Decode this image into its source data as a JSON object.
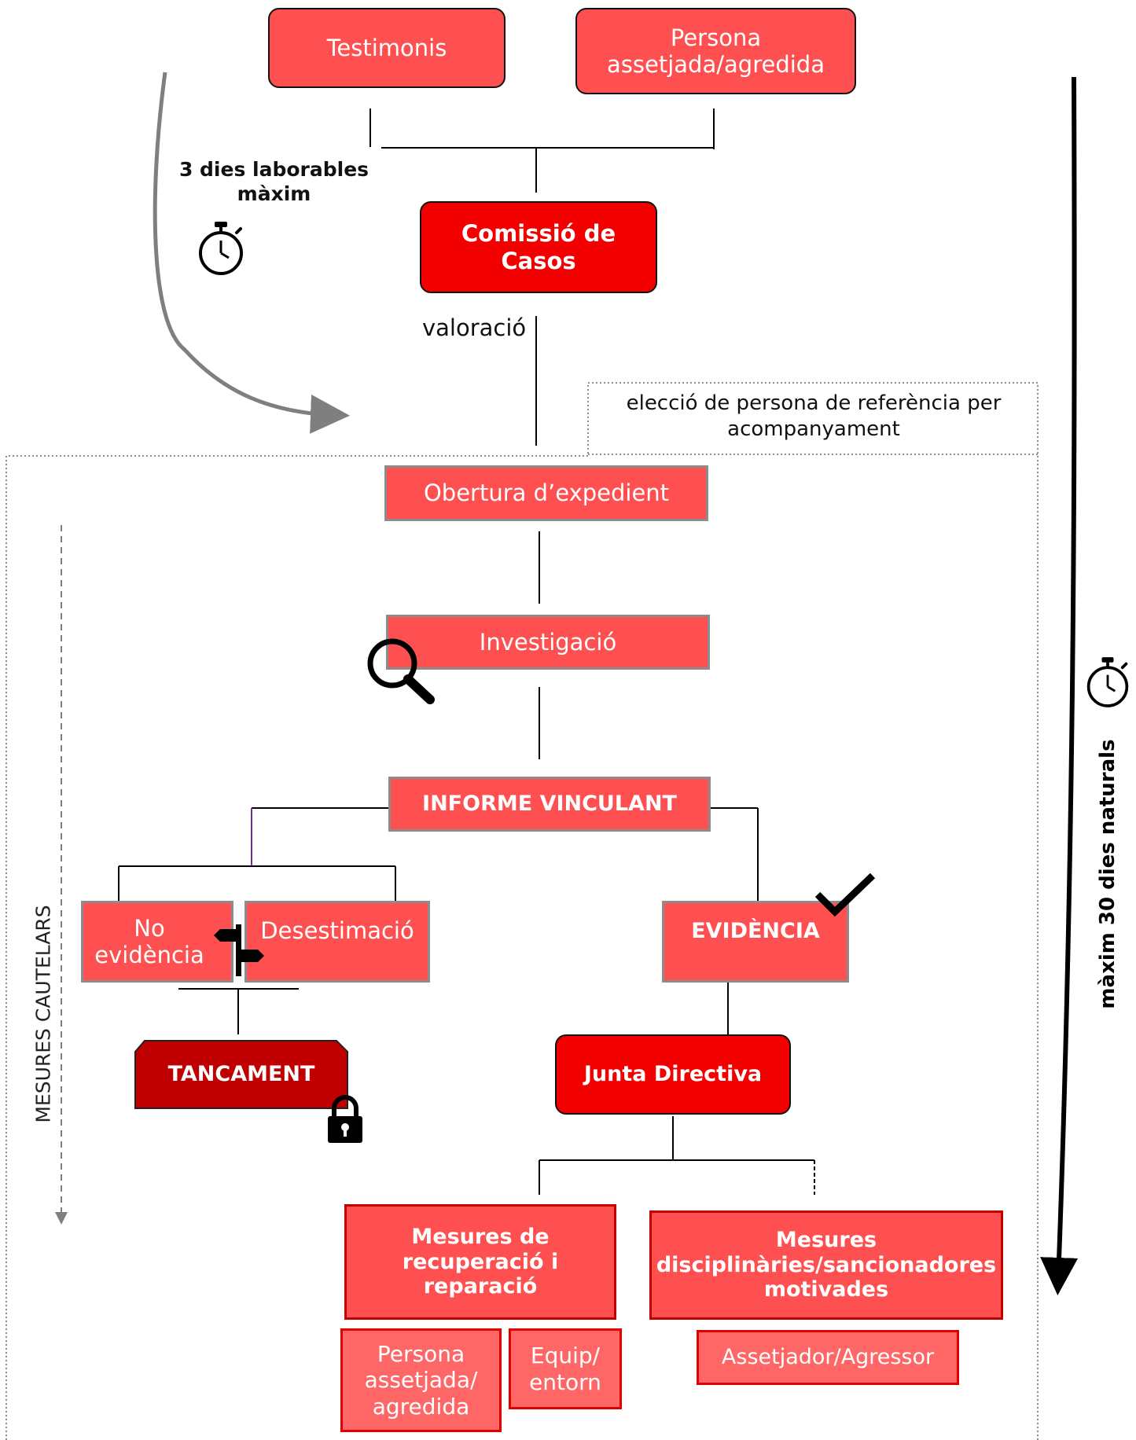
{
  "nodes": {
    "testimonis": "Testimonis",
    "persona_top": "Persona assetjada/agredida",
    "comissio": "Comissió de Casos",
    "valoracio": "valoració",
    "eleccio": "elecció de persona de referència per acompanyament",
    "obertura": "Obertura d’expedient",
    "investigacio": "Investigació",
    "informe": "INFORME VINCULANT",
    "no_evidencia": "No evidència",
    "desestimacio": "Desestimació",
    "evidencia": "EVIDÈNCIA",
    "tancament": "TANCAMENT",
    "junta": "Junta Directiva",
    "mesures_recuperacio": "Mesures de recuperació i reparació",
    "mesures_disciplinaries": "Mesures disciplinàries/sancionadores motivades",
    "persona_bottom": "Persona assetjada/ agredida",
    "equip": "Equip/ entorn",
    "assetjador": "Assetjador/Agressor"
  },
  "labels": {
    "tres_dies": "3 dies laborables màxim",
    "trenta_dies": "màxim 30 dies naturals",
    "mesures_cautelars": "MESURES CAUTELARS"
  },
  "colors": {
    "light_red": "#fe5050",
    "bright_red": "#f20000",
    "dark_red": "#c00000",
    "pale_red": "#ff6666"
  },
  "icons": [
    "stopwatch-icon",
    "magnifier-icon",
    "signpost-icon",
    "checkmark-icon",
    "padlock-icon"
  ]
}
